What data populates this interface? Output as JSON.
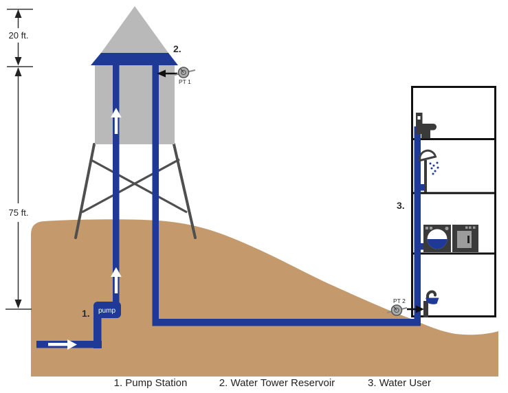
{
  "title": "Water tower system diagram",
  "colors": {
    "pipe": "#1e3a96",
    "ground": "#c49a6c",
    "tank": "#b9b9b9",
    "fixture": "#3a3a3a",
    "leg": "#4f4f4f",
    "outline": "#111111",
    "gauge": "#adadad",
    "text": "#231f20"
  },
  "dimensions": {
    "roof_height": "20 ft.",
    "tower_height": "75 ft."
  },
  "labels": {
    "pump_number": "1.",
    "tower_number": "2.",
    "user_number": "3.",
    "pump": "pump",
    "pt1": "PT 1",
    "pt2": "PT 2"
  },
  "legend": {
    "item1": "1. Pump Station",
    "item2": "2. Water Tower Reservoir",
    "item3": "3. Water User"
  },
  "icons": [
    "pressure-transducer-icon",
    "pump-icon",
    "toilet-icon",
    "shower-icon",
    "washing-machine-icon",
    "dryer-icon",
    "sink-faucet-icon",
    "flow-arrow-icon"
  ]
}
